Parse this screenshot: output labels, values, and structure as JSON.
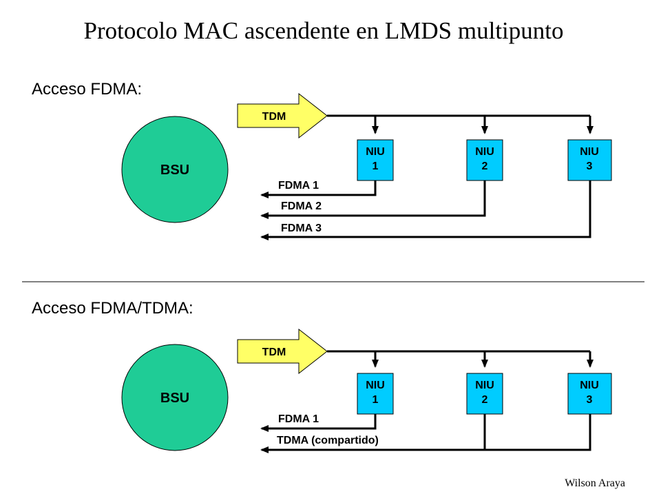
{
  "title": "Protocolo MAC ascendente en LMDS multipunto",
  "colors": {
    "bsu_fill": "#1fcc96",
    "niu_fill": "#00ccff",
    "tdm_arrow_fill": "#ffff66",
    "line": "#000000"
  },
  "sections": [
    {
      "heading": "Acceso FDMA:",
      "bsu_label": "BSU",
      "tdm_label": "TDM",
      "nius": [
        {
          "line1": "NIU",
          "line2": "1"
        },
        {
          "line1": "NIU",
          "line2": "2"
        },
        {
          "line1": "NIU",
          "line2": "3"
        }
      ],
      "uplinks": [
        "FDMA 1",
        "FDMA 2",
        "FDMA 3"
      ]
    },
    {
      "heading": "Acceso FDMA/TDMA:",
      "bsu_label": "BSU",
      "tdm_label": "TDM",
      "nius": [
        {
          "line1": "NIU",
          "line2": "1"
        },
        {
          "line1": "NIU",
          "line2": "2"
        },
        {
          "line1": "NIU",
          "line2": "3"
        }
      ],
      "uplinks": [
        "FDMA 1",
        "TDMA (compartido)"
      ]
    }
  ],
  "footer": "Wilson Araya"
}
